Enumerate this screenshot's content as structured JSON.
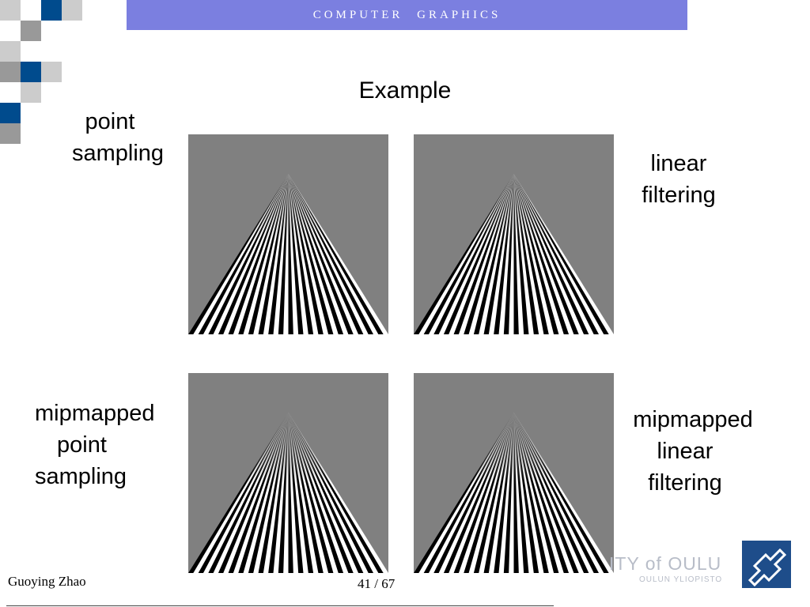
{
  "header": {
    "title": "COMPUTER   GRAPHICS"
  },
  "slide": {
    "title": "Example"
  },
  "panels": [
    {
      "id": "point-sampling",
      "label_lines": [
        "point",
        "sampling"
      ]
    },
    {
      "id": "linear-filtering",
      "label_lines": [
        "linear",
        "filtering"
      ]
    },
    {
      "id": "mipmapped-point-sampling",
      "label_lines": [
        "mipmapped",
        "point",
        "sampling"
      ]
    },
    {
      "id": "mipmapped-linear-filtering",
      "label_lines": [
        "mipmapped",
        "linear",
        "filtering"
      ]
    }
  ],
  "footer": {
    "author": "Guoying Zhao",
    "page": "41 / 67",
    "watermark": "ITY of OULU",
    "watermark_sub": "OULUN YLIOPISTO"
  },
  "colors": {
    "header_bar": "#7b7fe0",
    "deco_blue": "#004b8d",
    "deco_gray": "#999999",
    "deco_light": "#cccccc",
    "panel_bg": "#808080",
    "logo": "#1e4d8a"
  }
}
